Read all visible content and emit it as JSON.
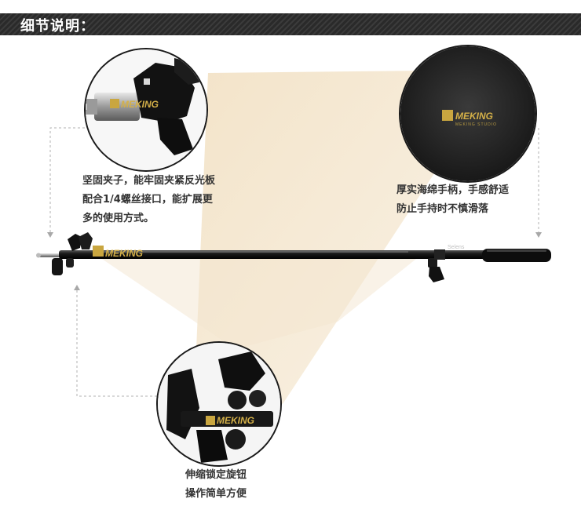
{
  "header": {
    "title": "细节说明："
  },
  "details": [
    {
      "lines": [
        "坚固夹子，能牢固夹紧反光板",
        "配合1/4螺丝接口，能扩展更",
        "多的使用方式。"
      ]
    },
    {
      "lines": [
        "厚实海绵手柄，手感舒适",
        "防止手持时不慎滑落"
      ]
    },
    {
      "lines": [
        "伸缩锁定旋钮",
        "操作简单方便"
      ]
    }
  ],
  "brand": {
    "logo": "MEKING",
    "tagline": "MEKING STUDIO",
    "tube_label": "Selens"
  },
  "colors": {
    "header_bg": "#2a2a2a",
    "beam": "#f2e2c6",
    "caption_text": "#333333",
    "dashed_line": "#b0b0b0",
    "logo_gold": "#c9a640"
  },
  "icons": [
    "clamp-closeup",
    "foam-handle-closeup",
    "knob-closeup",
    "reflector-holder-pole"
  ]
}
